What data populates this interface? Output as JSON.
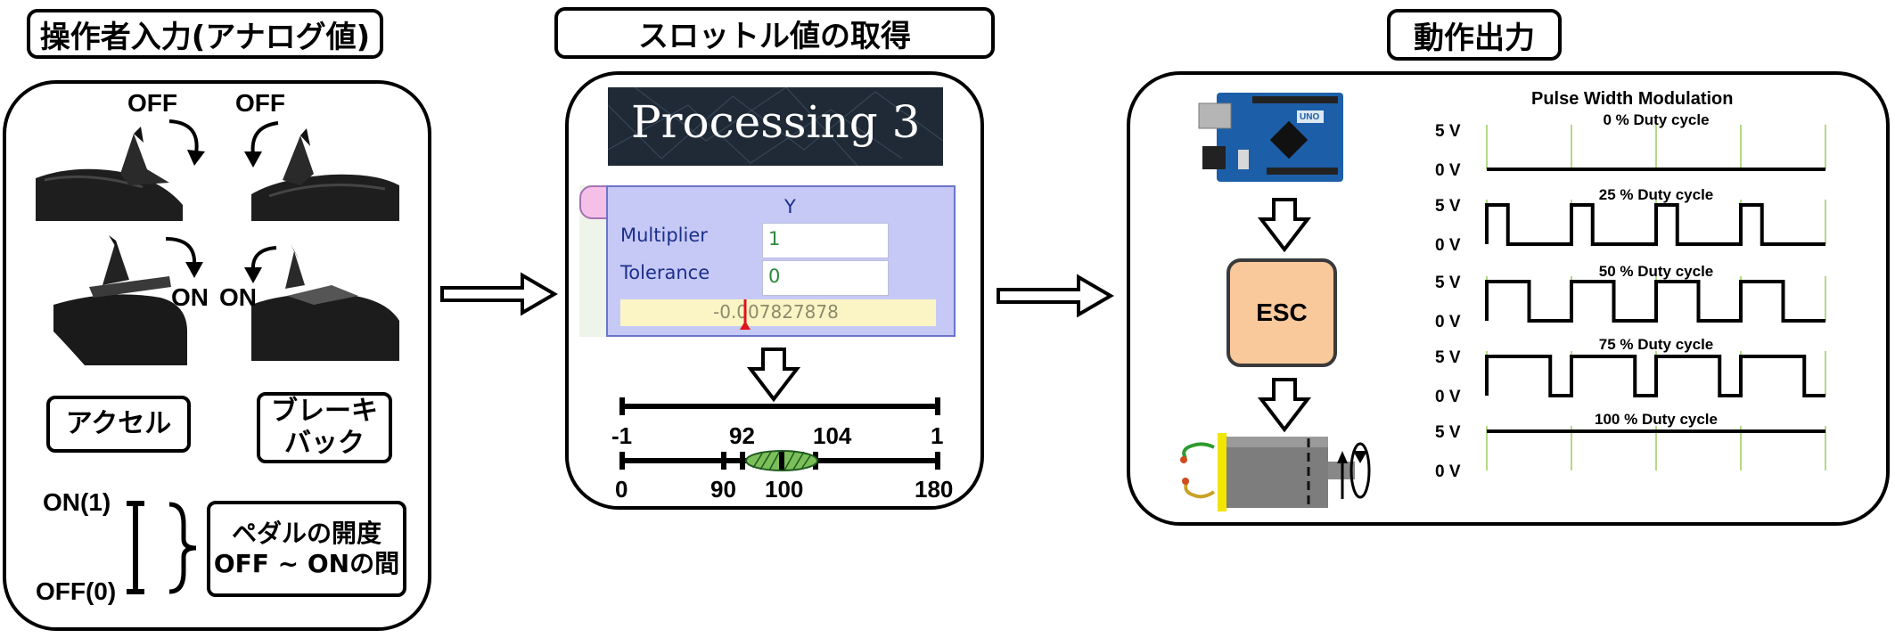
{
  "sections": {
    "input_title": "操作者入力(アナログ値)",
    "throttle_title": "スロットル値の取得",
    "output_title": "動作出力"
  },
  "pedal": {
    "off_left": "OFF",
    "off_right": "OFF",
    "on_left": "ON",
    "on_right": "ON",
    "accel_label": "アクセル",
    "brake_line1": "ブレーキ",
    "brake_line2": "バック",
    "on_value": "ON(1)",
    "off_value": "OFF(0)",
    "note_line1": "ペダルの開度",
    "note_line2": "OFF ~ ONの間"
  },
  "processing": {
    "logo_text": "Processing 3",
    "axis_label": "Y",
    "multiplier_label": "Multiplier",
    "multiplier_value": "1",
    "tolerance_label": "Tolerance",
    "tolerance_value": "0",
    "reading": "-0.007827878"
  },
  "mapping": {
    "top_left": "-1",
    "top_92": "92",
    "top_104": "104",
    "top_right": "1",
    "bottom_left": "0",
    "bottom_90": "90",
    "bottom_100": "100",
    "bottom_right": "180"
  },
  "output": {
    "board_label": "UNO",
    "esc_label": "ESC"
  },
  "pwm": {
    "title": "Pulse Width Modulation",
    "high_label": "5 V",
    "low_label": "0 V",
    "duty_labels": [
      "0 % Duty cycle",
      "25 % Duty cycle",
      "50 % Duty cycle",
      "75 % Duty cycle",
      "100 % Duty cycle"
    ],
    "duty_cycles": [
      0,
      25,
      50,
      75,
      100
    ],
    "periods": 4
  },
  "colors": {
    "esc_fill": "#f9c89b",
    "processing_bg": "#1f2a36",
    "gui_panel": "#c6c9f5",
    "reading_bg": "#fbf5c6",
    "grid_green": "#9ccc5a",
    "motor_yellow": "#f2e500",
    "motor_gray": "#7d7d7d"
  }
}
